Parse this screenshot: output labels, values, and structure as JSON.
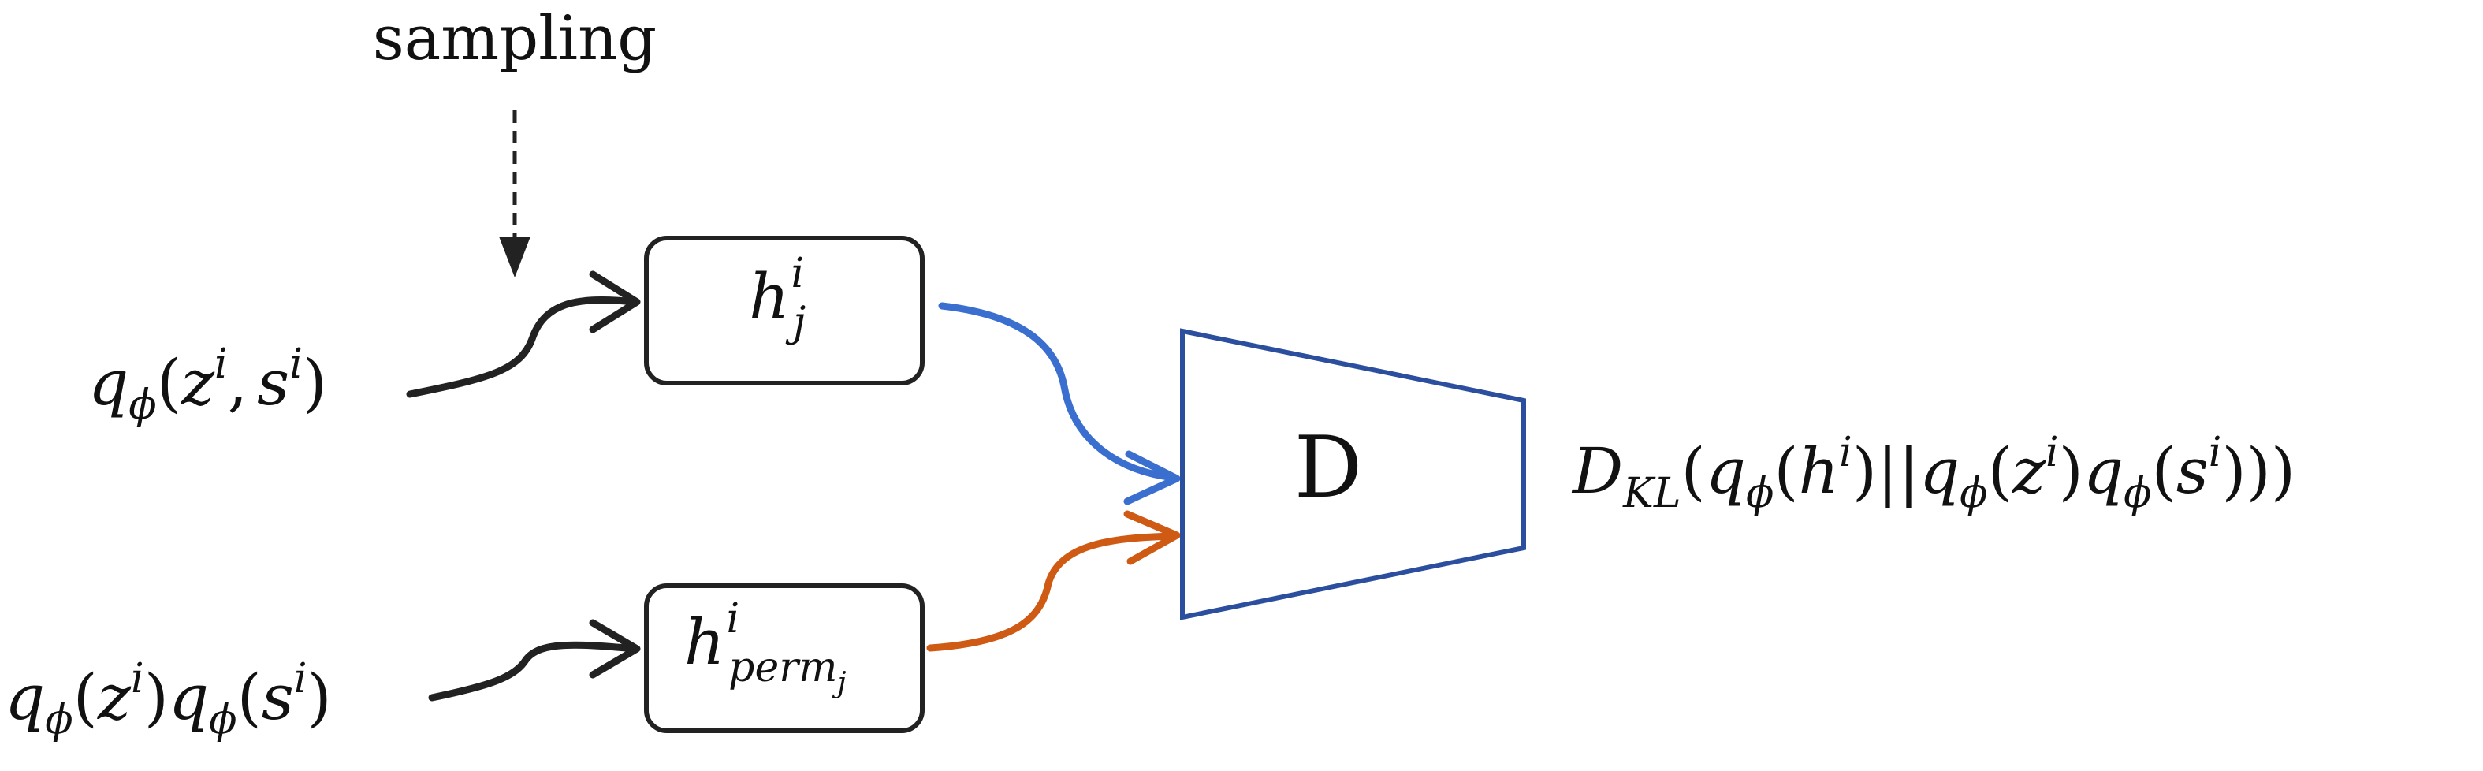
{
  "labels": {
    "sampling": "sampling",
    "discriminator": "D"
  },
  "inputs": {
    "joint": {
      "q": "q",
      "phi": "ϕ",
      "open": "(",
      "z": "z",
      "i": "i",
      "comma": ",",
      "s": "s",
      "close": ")"
    },
    "product": {
      "q": "q",
      "phi": "ϕ",
      "open": "(",
      "z": "z",
      "i": "i",
      "close": ")",
      "s": "s"
    }
  },
  "boxes": {
    "h_j": {
      "h": "h",
      "sup": "i",
      "sub": "j"
    },
    "h_perm": {
      "h": "h",
      "sup": "i",
      "sub": "perm",
      "subsub": "j"
    }
  },
  "output": {
    "D": "D",
    "KL": "KL",
    "open": "(",
    "q": "q",
    "phi": "ϕ",
    "h": "h",
    "z": "z",
    "s": "s",
    "i": "i",
    "bars": "||",
    "close": ")",
    "close3": ")))"
  },
  "colors": {
    "black": "#222222",
    "blue": "#3a6fd0",
    "orange": "#cf5a14",
    "trapezoid": "#2b4f9e"
  }
}
